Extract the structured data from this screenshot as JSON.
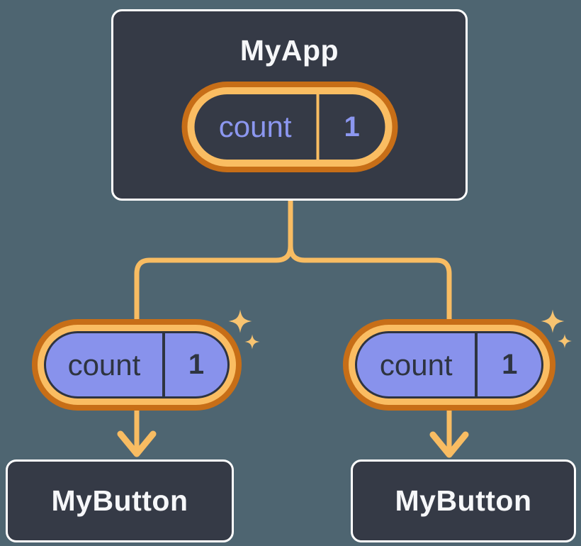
{
  "diagram": {
    "description": "React component tree: MyApp holds state passed as props to two MyButton children",
    "background_color": "#4E6571",
    "root": {
      "title": "MyApp",
      "state": {
        "name": "count",
        "value": "1"
      }
    },
    "children": [
      {
        "title": "MyButton",
        "prop": {
          "name": "count",
          "value": "1"
        }
      },
      {
        "title": "MyButton",
        "prop": {
          "name": "count",
          "value": "1"
        }
      }
    ],
    "colors": {
      "node_fill": "#353A46",
      "node_border": "#FFFFFF",
      "node_text": "#F6F7F9",
      "pill_ring_outer": "#C76E17",
      "pill_ring_inner": "#FABD62",
      "state_text": "#8C97F0",
      "prop_fill": "#8892EC",
      "prop_text": "#2E3440",
      "connector": "#F8BC62",
      "sparkle": "#F8C471"
    }
  }
}
